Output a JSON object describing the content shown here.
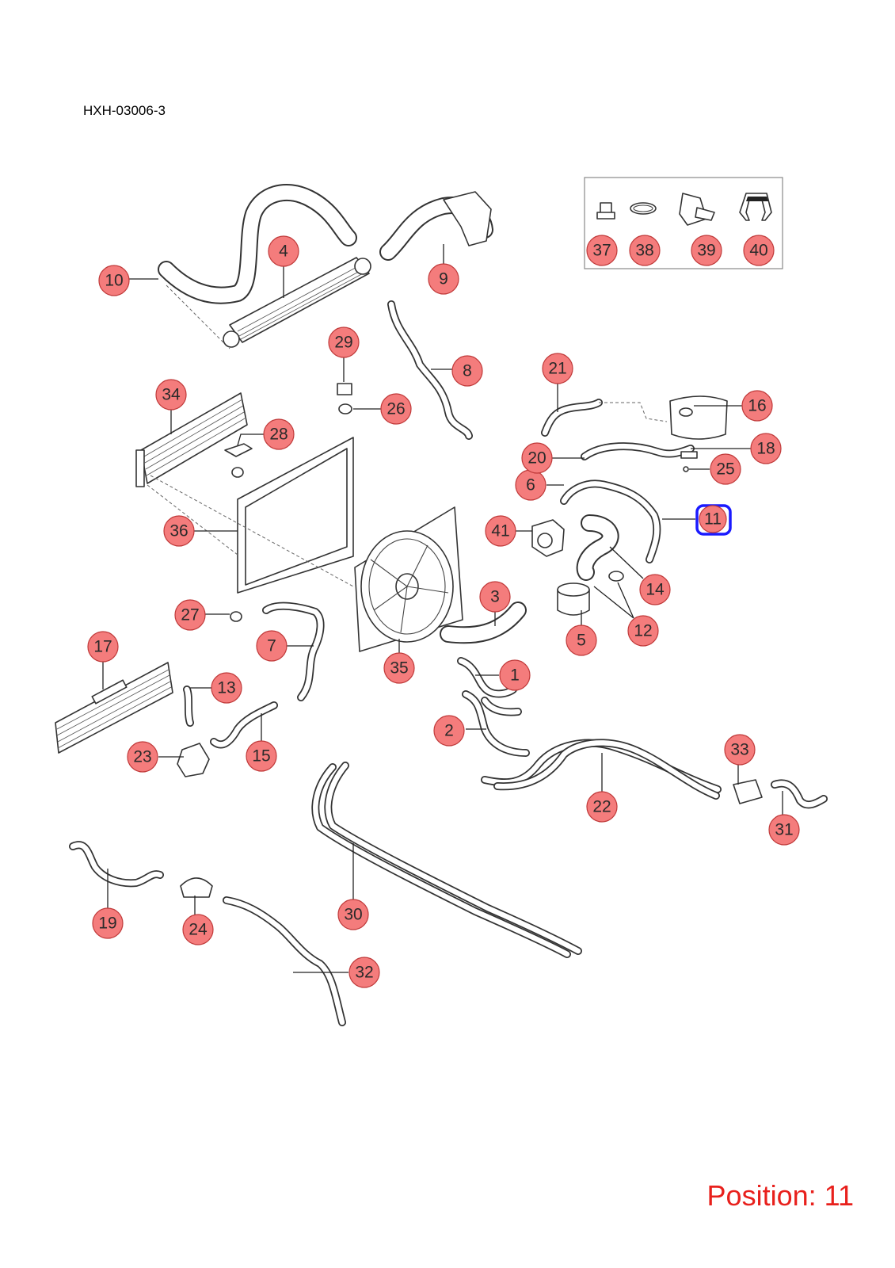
{
  "diagram_code": "HXH-03006-3",
  "position_label": "Position: 11",
  "highlight_color": "#1a1aff",
  "callout_color": "#f47c7c",
  "position_text_color": "#e8201c",
  "callouts": [
    "1",
    "2",
    "3",
    "4",
    "5",
    "6",
    "7",
    "8",
    "9",
    "10",
    "11",
    "12",
    "13",
    "14",
    "15",
    "16",
    "17",
    "18",
    "19",
    "20",
    "21",
    "22",
    "23",
    "24",
    "25",
    "26",
    "27",
    "28",
    "29",
    "30",
    "31",
    "32",
    "33",
    "34",
    "35",
    "36",
    "37",
    "38",
    "39",
    "40",
    "41"
  ],
  "highlighted_callout": "11"
}
